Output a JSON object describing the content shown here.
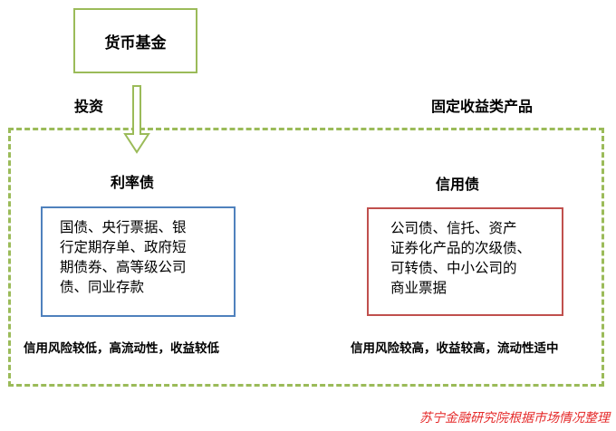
{
  "top_node": {
    "label": "货币基金"
  },
  "arrow": {
    "label": "投资"
  },
  "container": {
    "label": "固定收益类产品"
  },
  "rate_bond": {
    "title": "利率债",
    "description_lines": [
      "国债、央行票据、银",
      "行定期存单、政府短",
      "期债券、高等级公司",
      "债、同业存款"
    ],
    "summary": "信用风险较低，高流动性，收益较低"
  },
  "credit_bond": {
    "title": "信用债",
    "description_lines": [
      "公司债、信托、资产",
      "证券化产品的次级债、",
      "可转债、中小公司的",
      "商业票据"
    ],
    "summary": "信用风险较高，收益较高，流动性适中"
  },
  "source": "苏宁金融研究院根据市场情况整理",
  "colors": {
    "green": "#9bbb59",
    "blue": "#4f81bd",
    "red": "#c0504d",
    "source_red": "#e52a2a"
  }
}
